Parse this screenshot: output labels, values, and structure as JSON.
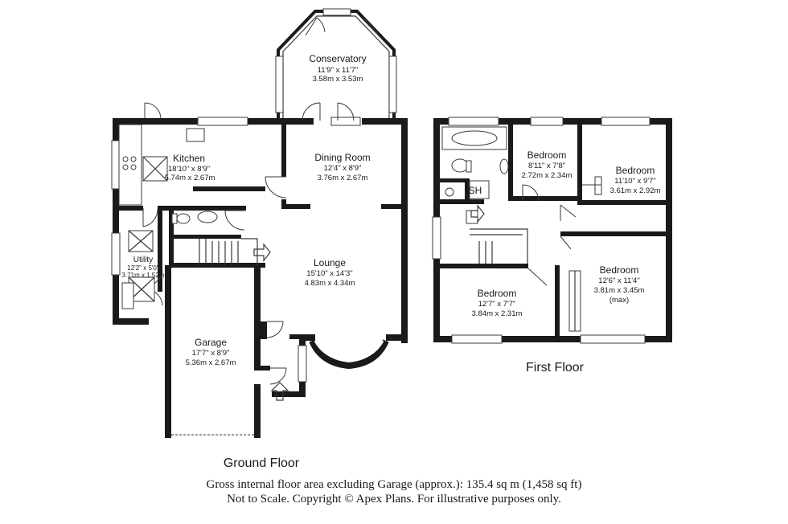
{
  "ground_floor": {
    "label": "Ground Floor",
    "rooms": {
      "conservatory": {
        "name": "Conservatory",
        "imperial": "11'9\" x 11'7\"",
        "metric": "3.58m x 3.53m"
      },
      "kitchen": {
        "name": "Kitchen",
        "imperial": "18'10\" x 8'9\"",
        "metric": "5.74m x 2.67m"
      },
      "dining": {
        "name": "Dining Room",
        "imperial": "12'4\" x 8'9\"",
        "metric": "3.76m x 2.67m"
      },
      "utility": {
        "name": "Utility",
        "imperial": "12'2\" x 5'0\"",
        "metric": "3.71m x 1.52m"
      },
      "lounge": {
        "name": "Lounge",
        "imperial": "15'10\" x 14'3\"",
        "metric": "4.83m x 4.34m"
      },
      "garage": {
        "name": "Garage",
        "imperial": "17'7\" x 8'9\"",
        "metric": "5.36m x 2.67m"
      }
    }
  },
  "first_floor": {
    "label": "First Floor",
    "shower_label": "SH",
    "rooms": {
      "bed_small": {
        "name": "Bedroom",
        "imperial": "8'11\" x 7'8\"",
        "metric": "2.72m x 2.34m"
      },
      "bed_right_top": {
        "name": "Bedroom",
        "imperial": "11'10\" x 9'7\"",
        "metric": "3.61m x 2.92m"
      },
      "bed_right_bottom": {
        "name": "Bedroom",
        "imperial": "12'6\" x 11'4\"",
        "metric": "3.81m x 3.45m",
        "note": "(max)"
      },
      "bed_left_bottom": {
        "name": "Bedroom",
        "imperial": "12'7\" x 7'7\"",
        "metric": "3.84m x 2.31m"
      }
    }
  },
  "footer": {
    "area": "Gross internal floor area excluding Garage (approx.): 135.4 sq m (1,458 sq ft)",
    "disclaimer": "Not to Scale. Copyright © Apex Plans. For illustrative purposes only."
  }
}
